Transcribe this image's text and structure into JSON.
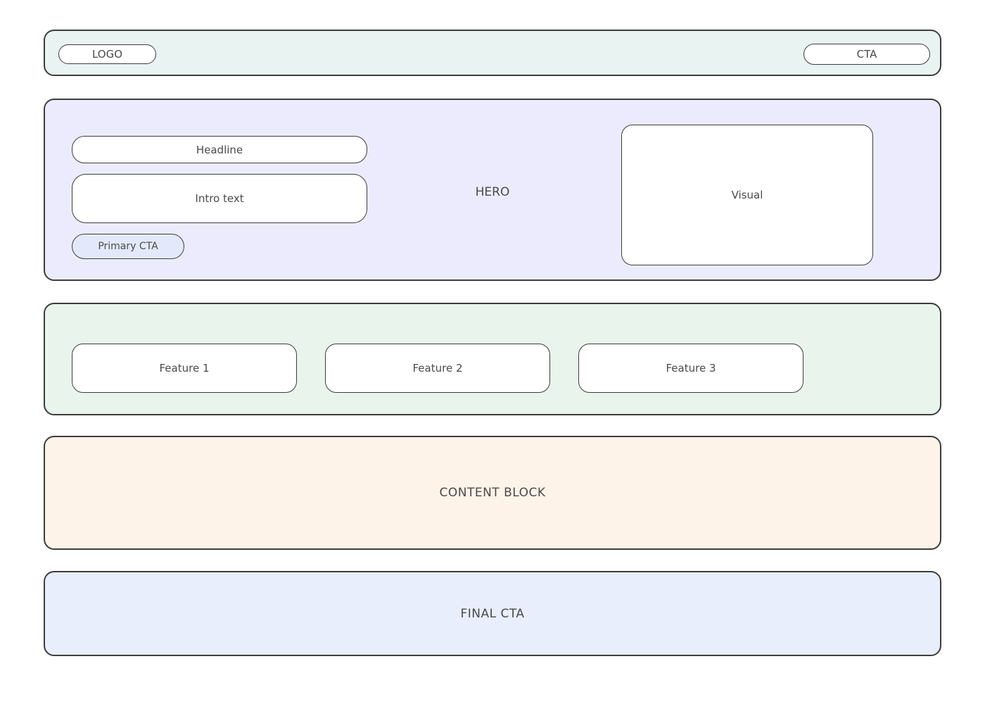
{
  "colors": {
    "topbar_bg": "#e9f3f1",
    "hero_bg": "#ecebfd",
    "primary_cta_bg": "#e3e9fb",
    "features_bg": "#e9f5ec",
    "content_bg": "#fdf3e8",
    "final_bg": "#e8eefb",
    "card_bg": "#ffffff",
    "border": "#3d3d3d",
    "text": "#4a4a4a"
  },
  "topbar": {
    "logo_label": "LOGO",
    "cta_label": "CTA"
  },
  "hero": {
    "section_label": "HERO",
    "headline_label": "Headline",
    "intro_label": "Intro text",
    "primary_cta_label": "Primary CTA",
    "visual_label": "Visual"
  },
  "features": {
    "items": [
      {
        "label": "Feature 1"
      },
      {
        "label": "Feature 2"
      },
      {
        "label": "Feature 3"
      }
    ]
  },
  "content_block": {
    "label": "CONTENT BLOCK"
  },
  "final_cta": {
    "label": "FINAL CTA"
  }
}
